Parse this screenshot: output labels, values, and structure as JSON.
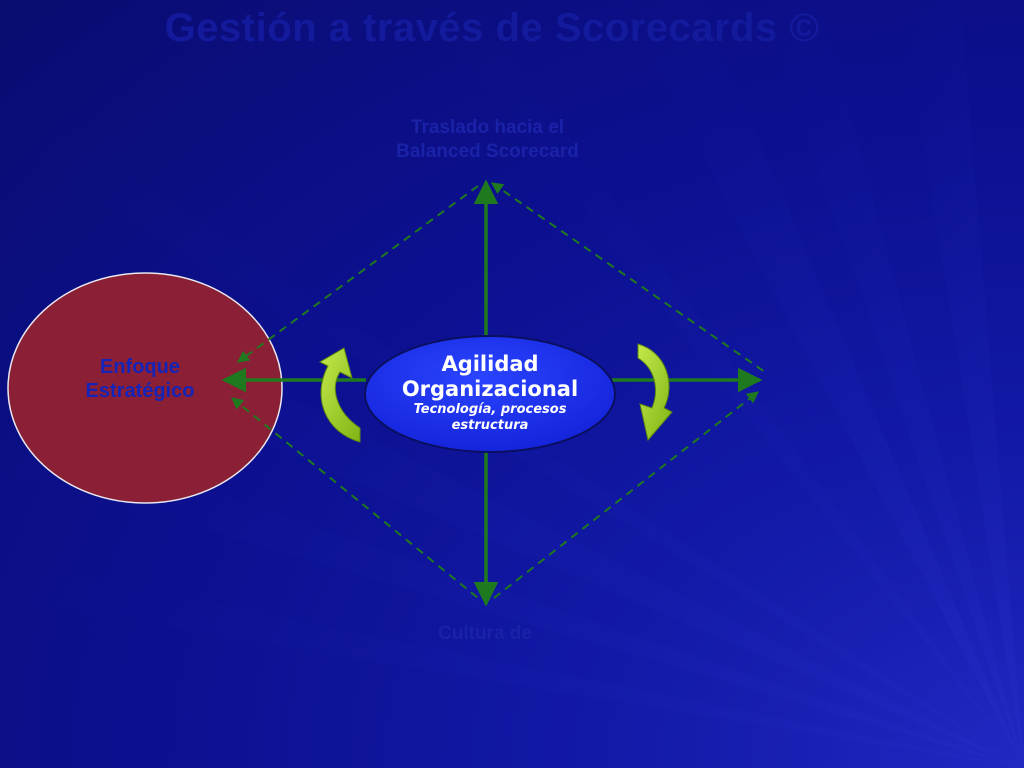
{
  "slide": {
    "title": "Gestión a través de Scorecards ©"
  },
  "diagram": {
    "top_label_line1": "Traslado hacia el",
    "top_label_line2": "Balanced Scorecard",
    "bottom_label": "Cultura de",
    "left_node_line1": "Enfoque",
    "left_node_line2": "Estratégico",
    "center_node_line1": "Agilidad",
    "center_node_line2": "Organizacional",
    "center_node_sub1": "Tecnología, procesos",
    "center_node_sub2": "estructura"
  },
  "colors": {
    "background": "#0c1090",
    "left_ellipse_fill": "#8b1f35",
    "center_ellipse_fill": "#1a2cf0",
    "arrow_green": "#1f7a1f",
    "curved_arrow": "#9ccc1a"
  }
}
